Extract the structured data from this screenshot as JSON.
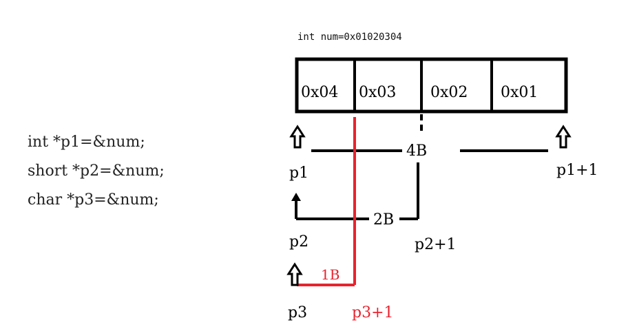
{
  "code_lines": [
    "int *p1=&num;",
    "short *p2=&num;",
    "char *p3=&num;"
  ],
  "title": "int num=0x01020304",
  "bytes": [
    "0x04",
    "0x03",
    "0x02",
    "0x01"
  ],
  "sizes": {
    "four": "4B",
    "two": "2B",
    "one": "1B"
  },
  "pointers": {
    "p1": "p1",
    "p1_next": "p1+1",
    "p2": "p2",
    "p2_next": "p2+1",
    "p3": "p3",
    "p3_next": "p3+1"
  },
  "colors": {
    "line": "#000000",
    "highlight": "#e8222e"
  },
  "icons": {
    "arrow": "up-arrow-icon"
  }
}
